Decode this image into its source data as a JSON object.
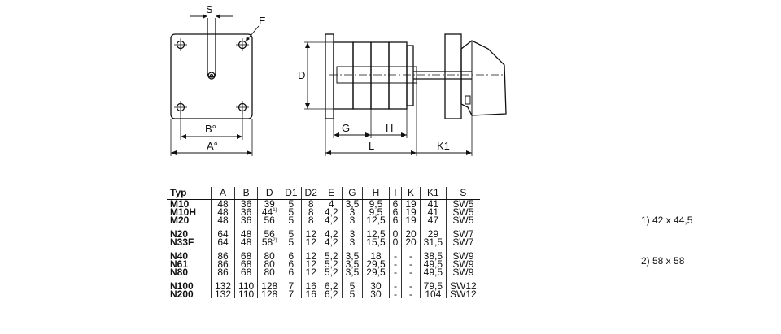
{
  "drawing": {
    "dim_S": "S",
    "dim_E": "E",
    "dim_B": "B°",
    "dim_A": "A°",
    "dim_D": "D",
    "dim_G": "G",
    "dim_H": "H",
    "dim_L": "L",
    "dim_K1": "K1"
  },
  "table": {
    "headers": [
      "Typ",
      "A",
      "B",
      "D",
      "D1",
      "D2",
      "E",
      "G",
      "H",
      "I",
      "K",
      "K1",
      "S"
    ],
    "groups": [
      [
        {
          "typ": "M10",
          "A": "48",
          "B": "36",
          "D": "39",
          "D_note": "",
          "D1": "5",
          "D2": "8",
          "E": "4",
          "G": "3,5",
          "H": "9,5",
          "I": "6",
          "K": "19",
          "K1": "41",
          "S": "SW5"
        },
        {
          "typ": "M10H",
          "A": "48",
          "B": "36",
          "D": "44",
          "D_note": "1)",
          "D1": "5",
          "D2": "8",
          "E": "4,2",
          "G": "3",
          "H": "9,5",
          "I": "6",
          "K": "19",
          "K1": "41",
          "S": "SW5"
        },
        {
          "typ": "M20",
          "A": "48",
          "B": "36",
          "D": "56",
          "D_note": "",
          "D1": "5",
          "D2": "8",
          "E": "4,2",
          "G": "3",
          "H": "12,5",
          "I": "6",
          "K": "19",
          "K1": "47",
          "S": "SW5"
        }
      ],
      [
        {
          "typ": "N20",
          "A": "64",
          "B": "48",
          "D": "56",
          "D_note": "",
          "D1": "5",
          "D2": "12",
          "E": "4,2",
          "G": "3",
          "H": "12,5",
          "I": "0",
          "K": "20",
          "K1": "29",
          "S": "SW7"
        },
        {
          "typ": "N33F",
          "A": "64",
          "B": "48",
          "D": "58",
          "D_note": "2)",
          "D1": "5",
          "D2": "12",
          "E": "4,2",
          "G": "3",
          "H": "15,5",
          "I": "0",
          "K": "20",
          "K1": "31,5",
          "S": "SW7"
        }
      ],
      [
        {
          "typ": "N40",
          "A": "86",
          "B": "68",
          "D": "80",
          "D_note": "",
          "D1": "6",
          "D2": "12",
          "E": "5,2",
          "G": "3,5",
          "H": "18",
          "I": "-",
          "K": "-",
          "K1": "38,5",
          "S": "SW9"
        },
        {
          "typ": "N61",
          "A": "86",
          "B": "68",
          "D": "80",
          "D_note": "",
          "D1": "6",
          "D2": "12",
          "E": "5,2",
          "G": "3,5",
          "H": "29,5",
          "I": "-",
          "K": "-",
          "K1": "49,5",
          "S": "SW9"
        },
        {
          "typ": "N80",
          "A": "86",
          "B": "68",
          "D": "80",
          "D_note": "",
          "D1": "6",
          "D2": "12",
          "E": "5,2",
          "G": "3,5",
          "H": "29,5",
          "I": "-",
          "K": "-",
          "K1": "49,5",
          "S": "SW9"
        }
      ],
      [
        {
          "typ": "N100",
          "A": "132",
          "B": "110",
          "D": "128",
          "D_note": "",
          "D1": "7",
          "D2": "16",
          "E": "6,2",
          "G": "5",
          "H": "30",
          "I": "-",
          "K": "-",
          "K1": "79,5",
          "S": "SW12"
        },
        {
          "typ": "N200",
          "A": "132",
          "B": "110",
          "D": "128",
          "D_note": "",
          "D1": "7",
          "D2": "16",
          "E": "6,2",
          "G": "5",
          "H": "30",
          "I": "-",
          "K": "-",
          "K1": "104",
          "S": "SW12"
        }
      ]
    ]
  },
  "footnotes": {
    "note1": "1) 42 x 44,5",
    "note2": "2) 58 x 58"
  }
}
